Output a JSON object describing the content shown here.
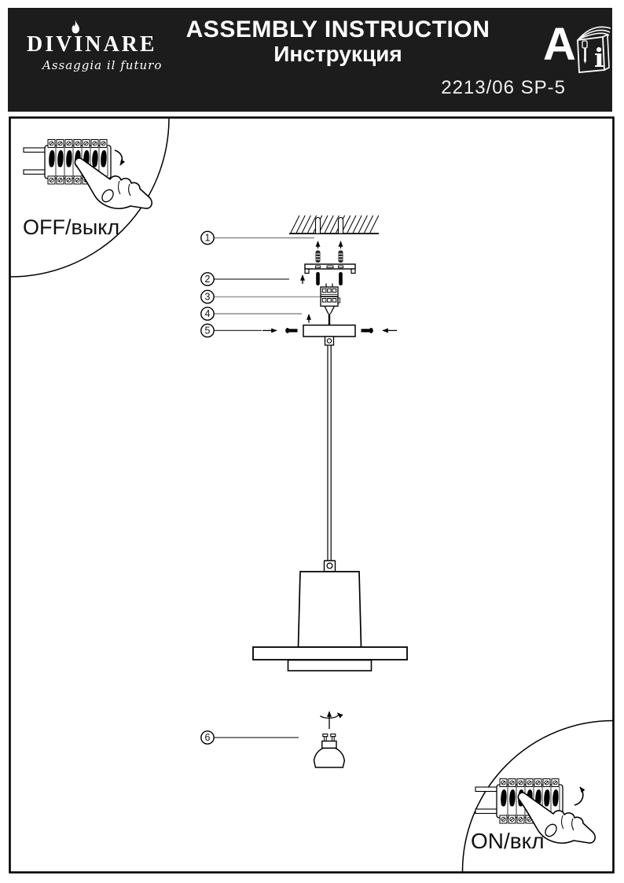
{
  "header": {
    "brand": {
      "name": "DIVINARE",
      "tagline": "Assaggia il futuro"
    },
    "title": "ASSEMBLY INSTRUCTION",
    "subtitle": "Инструкция",
    "model": "2213/06 SP-5",
    "assembly_letter": "A",
    "book_icon_letter": "i"
  },
  "insets": {
    "off": {
      "label": "OFF/выкл"
    },
    "on": {
      "label": "ON/вкл"
    }
  },
  "diagram": {
    "callouts": [
      {
        "label": "1"
      },
      {
        "label": "2"
      },
      {
        "label": "3"
      },
      {
        "label": "4"
      },
      {
        "label": "5"
      },
      {
        "label": "6"
      }
    ]
  },
  "colors": {
    "header_bg": "#1c1c1c",
    "line": "#000000",
    "paper": "#ffffff"
  }
}
